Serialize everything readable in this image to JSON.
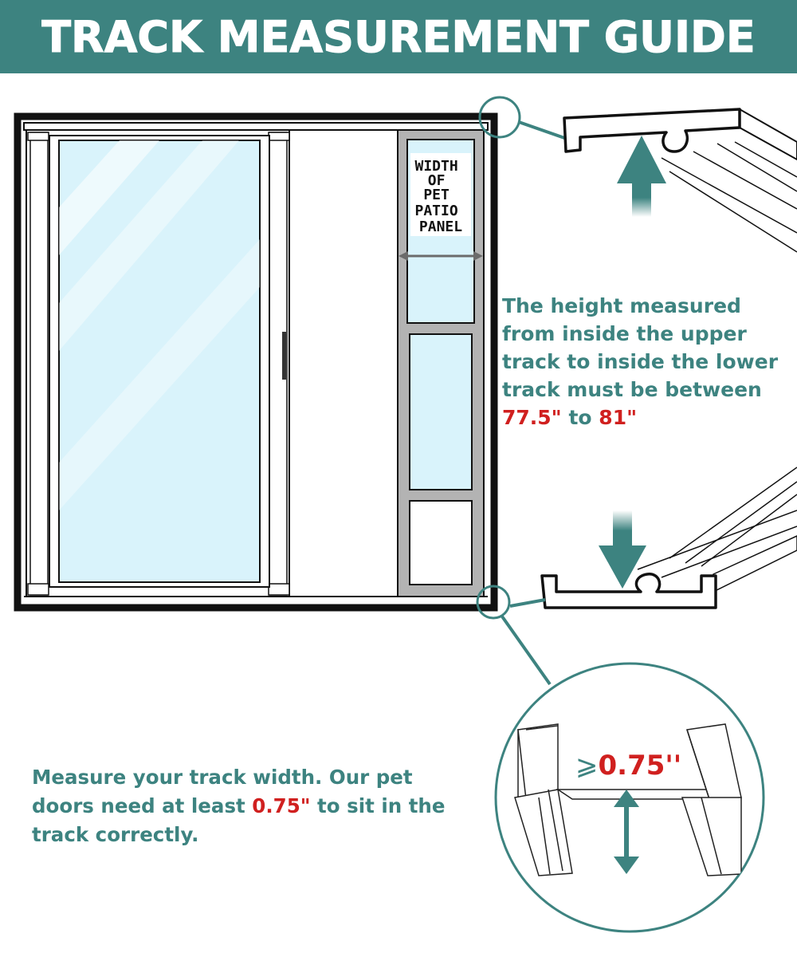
{
  "header": {
    "title": "TRACK MEASUREMENT GUIDE"
  },
  "panel_label": [
    "WIDTH",
    "OF",
    "PET",
    "PATIO",
    "PANEL"
  ],
  "height_note": {
    "text": "The height measured from inside the upper track to inside the lower track must be between",
    "min": "77.5\"",
    "joiner": "to",
    "max": "81\""
  },
  "width_note": {
    "before": "Measure your track width. Our pet doors need at least",
    "value": "0.75\"",
    "after": "to sit in the track correctly."
  },
  "gauge": {
    "symbol": "⩾",
    "value": "0.75''"
  },
  "colors": {
    "teal": "#3d8380",
    "red": "#d0201f",
    "glass": "#d9f3fb",
    "panel_frame": "#b3b3b3"
  }
}
